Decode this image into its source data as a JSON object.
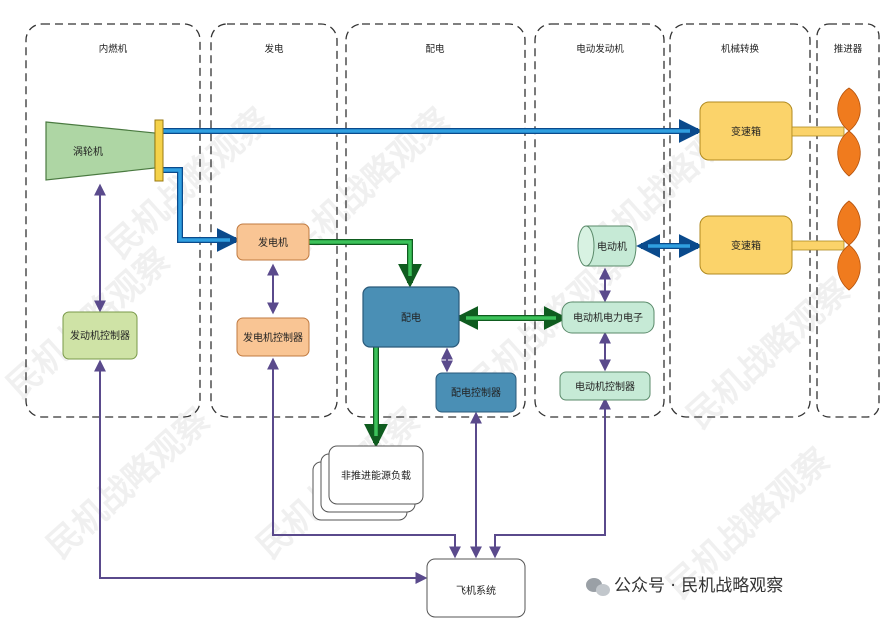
{
  "columns": [
    {
      "id": "ice",
      "title": "内燃机"
    },
    {
      "id": "gen",
      "title": "发电"
    },
    {
      "id": "dist",
      "title": "配电"
    },
    {
      "id": "motor",
      "title": "电动发动机"
    },
    {
      "id": "mech",
      "title": "机械转换"
    },
    {
      "id": "prop",
      "title": "推进器"
    }
  ],
  "nodes": {
    "turbine": "涡轮机",
    "engine_controller": "发动机控制器",
    "generator": "发电机",
    "generator_controller": "发电机控制器",
    "distribution": "配电",
    "distribution_controller": "配电控制器",
    "motor": "电动机",
    "motor_power_electronics": "电动机电力电子",
    "motor_controller": "电动机控制器",
    "gearbox_top": "变速箱",
    "gearbox_bottom": "变速箱",
    "non_propulsive_loads": "非推进能源负载",
    "aircraft_system": "飞机系统"
  },
  "watermark": {
    "brand_icon": "chat-bubble-icon",
    "brand": "公众号 · 民机战略观察",
    "pattern_text": "民机战略观察"
  },
  "colors": {
    "mech_arrow": "#2f9fe0",
    "power_arrow": "#2aa84a",
    "control_arrow": "#5a4a8c",
    "propeller": "#f07b1e"
  }
}
